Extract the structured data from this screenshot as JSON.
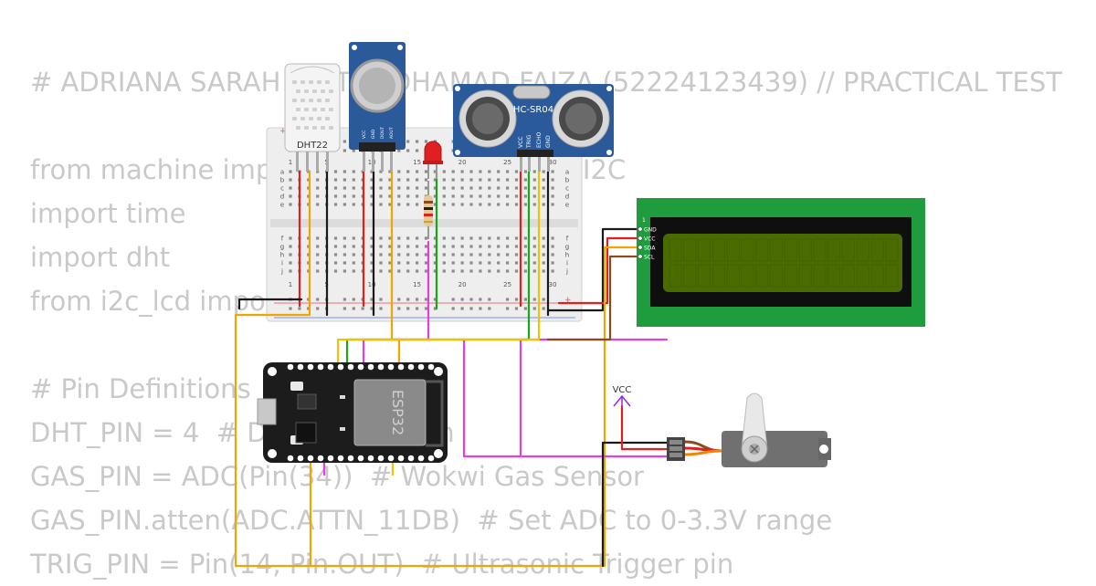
{
  "code_lines": [
    "# ADRIANA SARAH BINTI MOHAMAD FAIZA (52224123439) // PRACTICAL TEST",
    "",
    "from machine import Pin, ADC, PWM, SoftI2C",
    "import time",
    "import dht",
    "from i2c_lcd import I2cLcd",
    "",
    "# Pin Definitions",
    "DHT_PIN = 4  # DHT22 data pin",
    "GAS_PIN = ADC(Pin(34))  # Wokwi Gas Sensor",
    "GAS_PIN.atten(ADC.ATTN_11DB)  # Set ADC to 0-3.3V range",
    "TRIG_PIN = Pin(14, Pin.OUT)  # Ultrasonic Trigger pin"
  ],
  "components": {
    "dht22": {
      "label": "DHT22"
    },
    "ultrasonic": {
      "label": "HC-SR04",
      "pins": [
        "VCC",
        "TRIG",
        "ECHO",
        "GND"
      ]
    },
    "gas_sensor": {
      "pins": [
        "VCC",
        "GND",
        "DOUT",
        "AOUT"
      ]
    },
    "esp32": {
      "label": "ESP32"
    },
    "lcd": {
      "pins": [
        "GND",
        "VCC",
        "SDA",
        "SCL"
      ]
    },
    "vcc_label": "VCC"
  },
  "breadboard": {
    "columns_top": [
      "1",
      "5",
      "10",
      "15",
      "20",
      "25",
      "30"
    ],
    "rows_top": [
      "a",
      "b",
      "c",
      "d",
      "e"
    ],
    "rows_bottom": [
      "f",
      "g",
      "h",
      "i",
      "j"
    ]
  },
  "colors": {
    "wire_red": "#e0201c",
    "wire_black": "#1a1a1a",
    "wire_orange": "#f2a500",
    "wire_yellow": "#f2c200",
    "wire_green": "#1aa51a",
    "wire_magenta": "#e23ee0",
    "wire_brown": "#8a4a1c",
    "lcd_green": "#1f9c3e",
    "lcd_screen": "#4a6b00",
    "hcsr04_blue": "#2a5a9a",
    "esp32_board": "#1c1c1c"
  }
}
